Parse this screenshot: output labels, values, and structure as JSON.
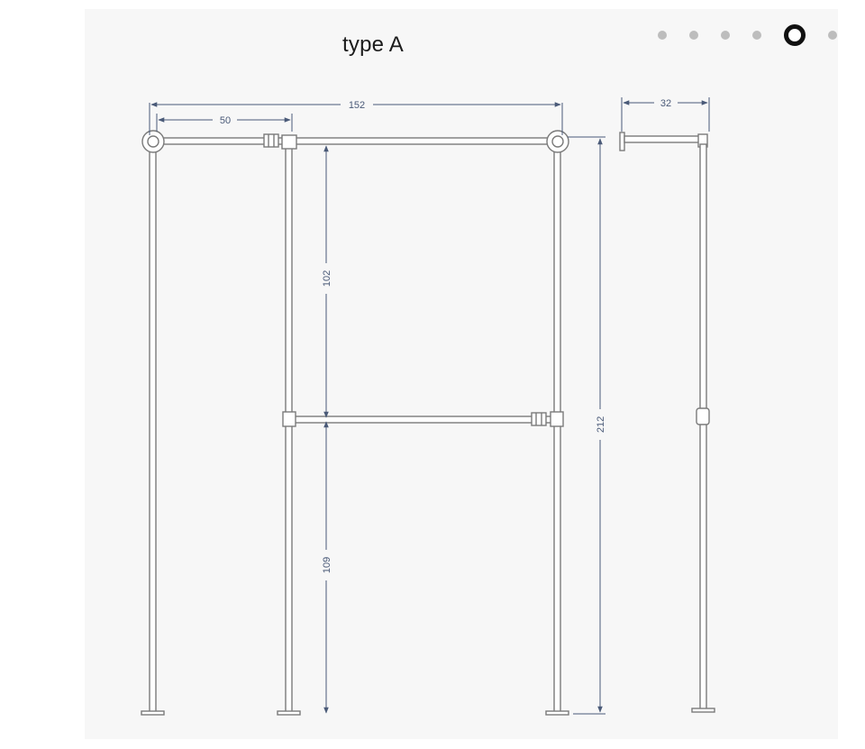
{
  "title": "type A",
  "carousel": {
    "dot_count": 6,
    "active_index": 4
  },
  "dimensions": {
    "total_width": "152",
    "top_offset": "50",
    "depth": "32",
    "upper_height": "102",
    "lower_height": "109",
    "total_height": "212"
  },
  "colors": {
    "pipe": "#7a7a7a",
    "dimension": "#4a5a78"
  }
}
